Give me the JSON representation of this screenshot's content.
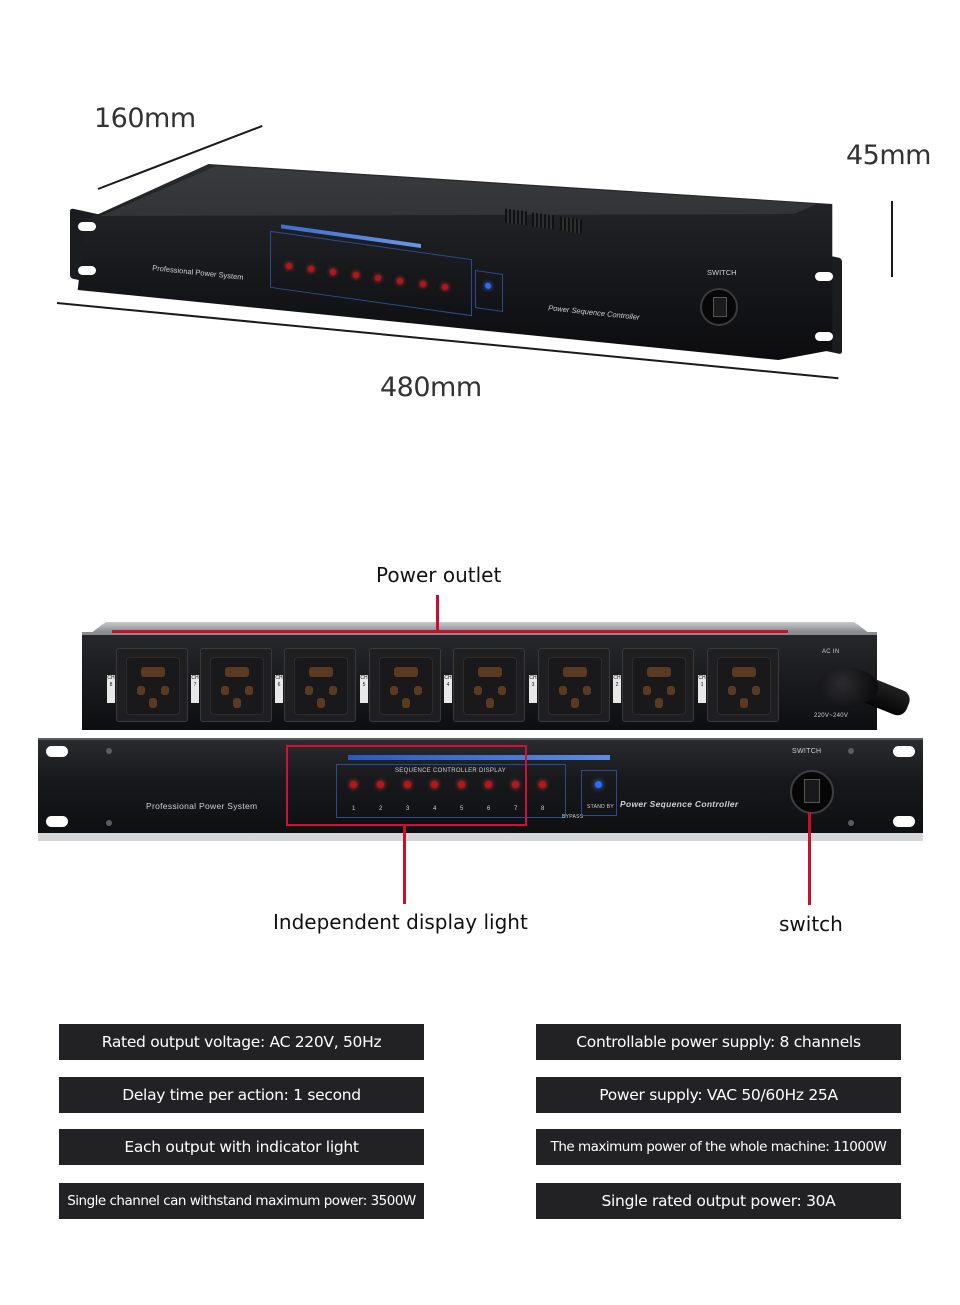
{
  "dimensions": {
    "depth": "160mm",
    "height": "45mm",
    "width": "480mm"
  },
  "device": {
    "brand_text": "Professional  Power  System",
    "model_text": "Power Sequence Controller",
    "display_title": "SEQUENCE CONTROLLER DISPLAY",
    "switch_label": "SWITCH",
    "standby_label": "STAND BY",
    "bypass_label": "BYPASS",
    "channel_numbers": [
      "1",
      "2",
      "3",
      "4",
      "5",
      "6",
      "7",
      "8"
    ],
    "rear_channel_labels": [
      "CH 8",
      "CH 7",
      "CH 6",
      "CH 5",
      "CH 4",
      "CH 3",
      "CH 2",
      "CH 1"
    ],
    "ac_in_label": "AC IN",
    "voltage_label": "220V~240V",
    "led_color": "#b5161b",
    "standby_led_color": "#2d6bff",
    "accent_color": "#d0103a"
  },
  "callouts": {
    "power_outlet": "Power outlet",
    "display_light": "Independent display light",
    "switch": "switch"
  },
  "specs": {
    "left": [
      "Rated output voltage: AC 220V, 50Hz",
      "Delay time per action: 1 second",
      "Each output with indicator light",
      "Single channel can withstand maximum power: 3500W"
    ],
    "right": [
      "Controllable power supply: 8 channels",
      "Power supply: VAC 50/60Hz 25A",
      "The maximum power of the whole machine: 11000W",
      "Single rated output power: 30A"
    ]
  }
}
